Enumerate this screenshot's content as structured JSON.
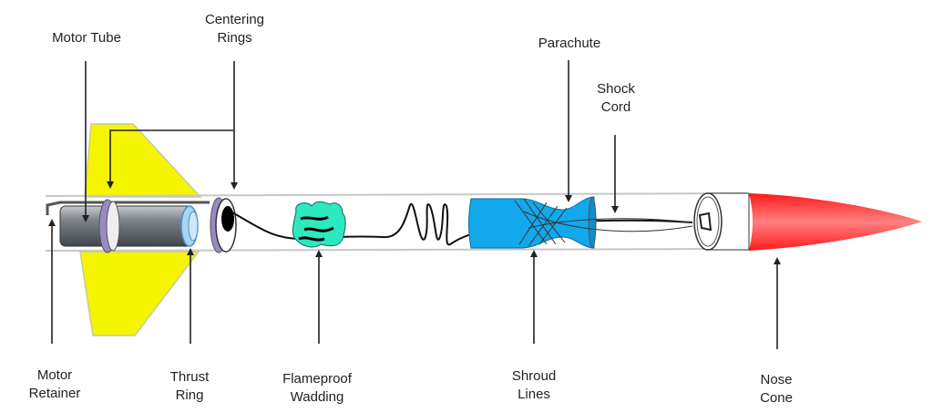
{
  "labels": {
    "motor_tube": [
      "Motor Tube"
    ],
    "centering_rings": [
      "Centering",
      "Rings"
    ],
    "parachute": [
      "Parachute"
    ],
    "shock_cord": [
      "Shock",
      "Cord"
    ],
    "motor_retainer": [
      "Motor",
      "Retainer"
    ],
    "thrust_ring": [
      "Thrust",
      "Ring"
    ],
    "flameproof_wadding": [
      "Flameproof",
      "Wadding"
    ],
    "shroud_lines": [
      "Shroud",
      "Lines"
    ],
    "nose_cone": [
      "Nose",
      "Cone"
    ]
  },
  "colors": {
    "fin": "#f5f500",
    "motor_tube": "#6a7077",
    "centering_ring": "#9a8ac4",
    "thrust_ring": "#a9d4f5",
    "wadding": "#2ee8c0",
    "parachute": "#12a8ec",
    "nose_cone": "#ff2020",
    "body_outline": "#c8c8c8",
    "leader": "#222222"
  }
}
